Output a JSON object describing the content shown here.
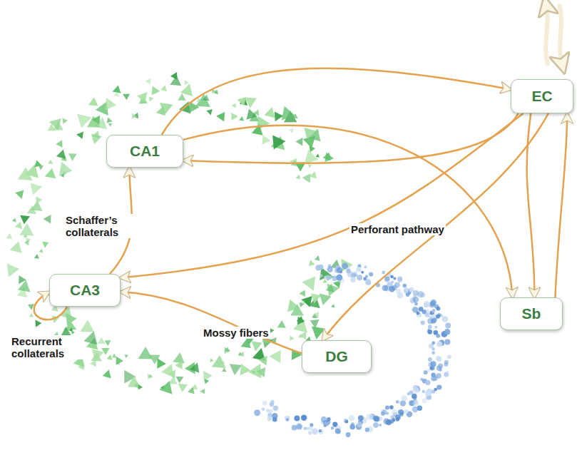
{
  "diagram": {
    "nodes": [
      {
        "text": [
          "EC"
        ]
      },
      {
        "text": [
          "CA1"
        ]
      },
      {
        "text": [
          "CA3"
        ]
      },
      {
        "text": [
          "Sb"
        ]
      },
      {
        "text": [
          "DG"
        ]
      }
    ],
    "edges": [
      {
        "from": 1,
        "to": 0,
        "arrow": "to"
      },
      {
        "from": 0,
        "to": 1,
        "arrow": "to"
      },
      {
        "from": 1,
        "to": 3,
        "arrow": "to"
      },
      {
        "from": 0,
        "to": 3,
        "arrow": "to"
      },
      {
        "from": 3,
        "to": 0,
        "arrow": "to"
      },
      {
        "from": 0,
        "to": 2,
        "arrow": "to"
      },
      {
        "from": 0,
        "to": 4,
        "arrow": "to"
      },
      {
        "from": 4,
        "to": 2,
        "arrow": "to"
      },
      {
        "from": 2,
        "to": 1,
        "arrow": "to"
      },
      {
        "from": 2,
        "to": 2,
        "arrow": "to"
      }
    ],
    "labels": [
      "Schaffer’s collaterals",
      "Perforant pathway",
      "Mossy fibers",
      "Recurrent collaterals"
    ]
  }
}
